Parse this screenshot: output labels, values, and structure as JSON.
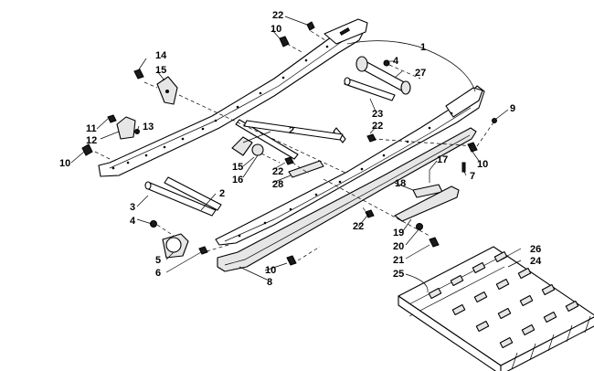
{
  "labels": [
    {
      "id": "l22a",
      "text": "22"
    },
    {
      "id": "l10a",
      "text": "10"
    },
    {
      "id": "l1",
      "text": "1"
    },
    {
      "id": "l4a",
      "text": "4"
    },
    {
      "id": "l27",
      "text": "27"
    },
    {
      "id": "l14",
      "text": "14"
    },
    {
      "id": "l15a",
      "text": "15"
    },
    {
      "id": "l9",
      "text": "9"
    },
    {
      "id": "l23",
      "text": "23"
    },
    {
      "id": "l22b",
      "text": "22"
    },
    {
      "id": "l11",
      "text": "11"
    },
    {
      "id": "l12",
      "text": "12"
    },
    {
      "id": "l13",
      "text": "13"
    },
    {
      "id": "l2a",
      "text": "2"
    },
    {
      "id": "l10b",
      "text": "10"
    },
    {
      "id": "l10c",
      "text": "10"
    },
    {
      "id": "l15b",
      "text": "15"
    },
    {
      "id": "l16",
      "text": "16"
    },
    {
      "id": "l22c",
      "text": "22"
    },
    {
      "id": "l17",
      "text": "17"
    },
    {
      "id": "l7",
      "text": "7"
    },
    {
      "id": "l28",
      "text": "28"
    },
    {
      "id": "l18",
      "text": "18"
    },
    {
      "id": "l3",
      "text": "3"
    },
    {
      "id": "l2b",
      "text": "2"
    },
    {
      "id": "l4b",
      "text": "4"
    },
    {
      "id": "l22d",
      "text": "22"
    },
    {
      "id": "l19",
      "text": "19"
    },
    {
      "id": "l20",
      "text": "20"
    },
    {
      "id": "l21",
      "text": "21"
    },
    {
      "id": "l26",
      "text": "26"
    },
    {
      "id": "l24",
      "text": "24"
    },
    {
      "id": "l5",
      "text": "5"
    },
    {
      "id": "l6",
      "text": "6"
    },
    {
      "id": "l10d",
      "text": "10"
    },
    {
      "id": "l25",
      "text": "25"
    },
    {
      "id": "l8",
      "text": "8"
    }
  ]
}
